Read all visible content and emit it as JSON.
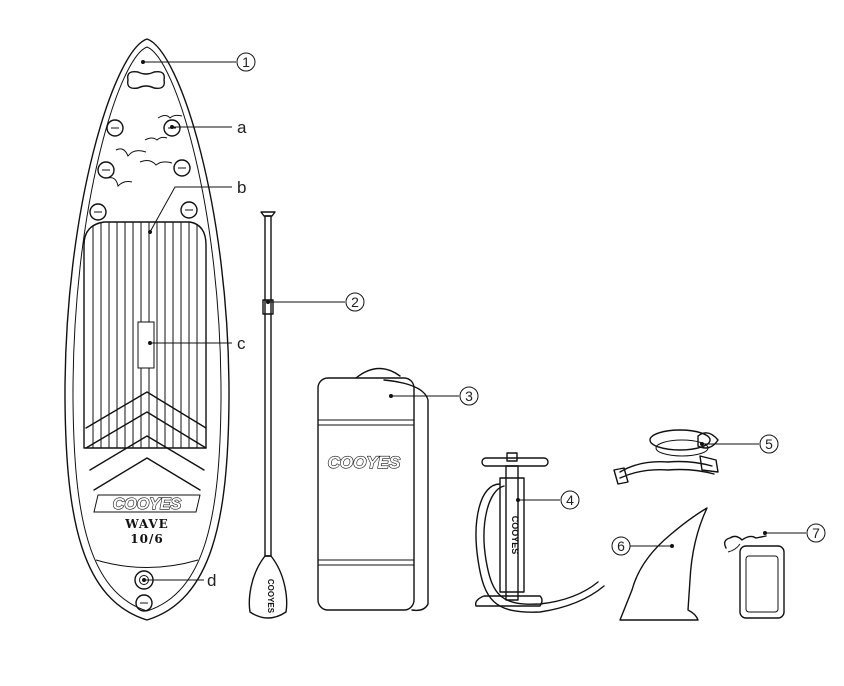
{
  "brand": "COOYES",
  "board": {
    "model": "WAVE",
    "size": "10/6"
  },
  "callouts": {
    "c1": "1",
    "c2": "2",
    "c3": "3",
    "c4": "4",
    "c5": "5",
    "c6": "6",
    "c7": "7",
    "a": "a",
    "b": "b",
    "c": "c",
    "d": "d"
  }
}
